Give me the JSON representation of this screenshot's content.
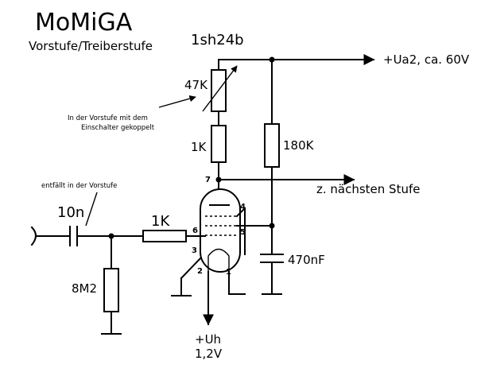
{
  "title": "MoMiGA",
  "subtitle": "Vorstufe/Treiberstufe",
  "tube": {
    "name": "1sh24b",
    "pins": [
      "7",
      "4",
      "6",
      "5",
      "3",
      "2",
      "1"
    ]
  },
  "components": {
    "pot": "47K",
    "r_anode": "1K",
    "r_screen": "180K",
    "r_grid": "1K",
    "r_leak": "8M2",
    "c_coupling": "10n",
    "c_screen": "470nF"
  },
  "rails": {
    "anode_supply": "+Ua2, ca. 60V",
    "heater_supply_line1": "+Uh",
    "heater_supply_line2": "1,2V",
    "next_stage": "z. nächsten Stufe"
  },
  "notes": {
    "pot_note_line1": "In der Vorstufe mit dem",
    "pot_note_line2": "Einschalter gekoppelt",
    "cap_note": "entfällt in der Vorstufe"
  }
}
